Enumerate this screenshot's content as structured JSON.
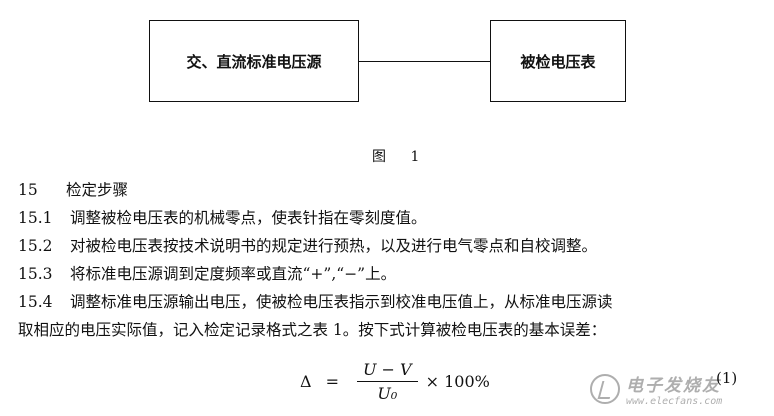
{
  "diagram": {
    "left_box": "交、直流标准电压源",
    "right_box": "被检电压表"
  },
  "figure_caption": "图 1",
  "section": {
    "heading_num": "15",
    "heading_text": "检定步骤",
    "items": [
      {
        "num": "15.1",
        "text": "调整被检电压表的机械零点，使表针指在零刻度值。"
      },
      {
        "num": "15.2",
        "text": "对被检电压表按技术说明书的规定进行预热，以及进行电气零点和自校调整。"
      },
      {
        "num": "15.3",
        "text": "将标准电压源调到定度频率或直流“+”,“−”上。"
      },
      {
        "num": "15.4",
        "text": "调整标准电压源输出电压，使被检电压表指示到校准电压值上，从标准电压源读"
      }
    ],
    "continuation": "取相应的电压实际值，记入检定记录格式之表 1。按下式计算被检电压表的基本误差："
  },
  "formula": {
    "lhs": "Δ",
    "eq": "=",
    "numerator": "U − V",
    "denominator": "U₀",
    "times": "× 100%",
    "number": "(1)"
  },
  "watermark": {
    "title": "电子发烧友",
    "url": "www.elecfans.com"
  }
}
